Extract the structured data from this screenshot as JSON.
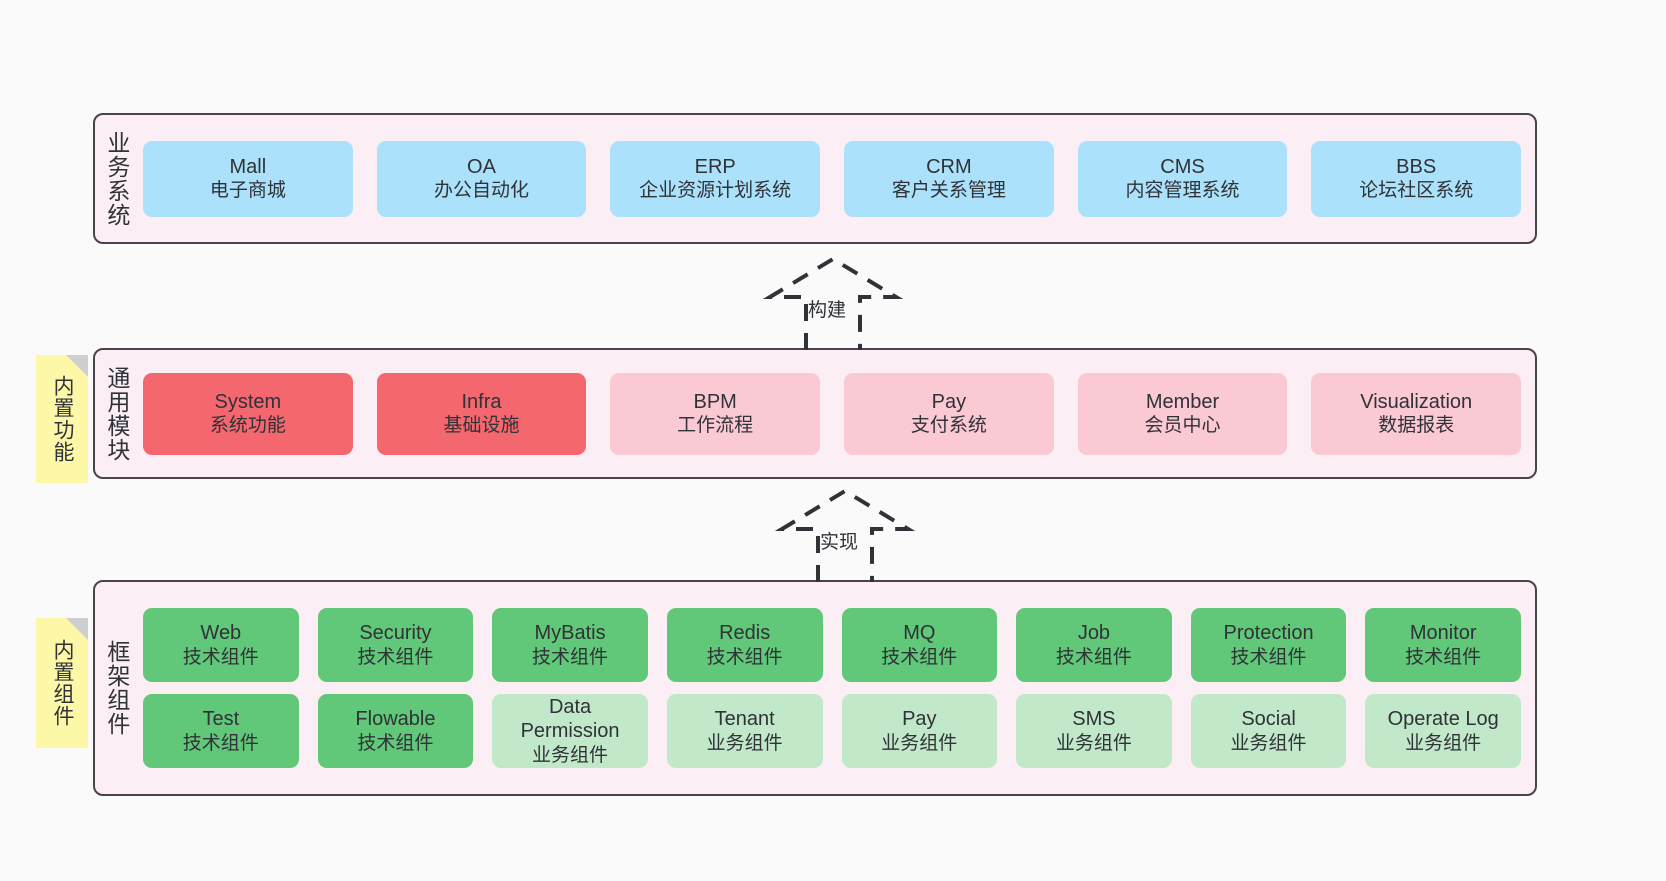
{
  "diagram": {
    "background": "#fafafa",
    "container_fill": "#fbeef5",
    "container_border": "#4a424c"
  },
  "layers": [
    {
      "id": "business",
      "title": "业务系统",
      "accent": "#ace1fb",
      "rows": [
        [
          {
            "name": "Mall",
            "sub": "电子商城",
            "style": "blue"
          },
          {
            "name": "OA",
            "sub": "办公自动化",
            "style": "blue"
          },
          {
            "name": "ERP",
            "sub": "企业资源计划系统",
            "style": "blue"
          },
          {
            "name": "CRM",
            "sub": "客户关系管理",
            "style": "blue"
          },
          {
            "name": "CMS",
            "sub": "内容管理系统",
            "style": "blue"
          },
          {
            "name": "BBS",
            "sub": "论坛社区系统",
            "style": "blue"
          }
        ]
      ]
    },
    {
      "id": "common",
      "title": "通用模块",
      "accent": "#f4676f",
      "rows": [
        [
          {
            "name": "System",
            "sub": "系统功能",
            "style": "red"
          },
          {
            "name": "Infra",
            "sub": "基础设施",
            "style": "red"
          },
          {
            "name": "BPM",
            "sub": "工作流程",
            "style": "pink"
          },
          {
            "name": "Pay",
            "sub": "支付系统",
            "style": "pink"
          },
          {
            "name": "Member",
            "sub": "会员中心",
            "style": "pink"
          },
          {
            "name": "Visualization",
            "sub": "数据报表",
            "style": "pink"
          }
        ]
      ]
    },
    {
      "id": "framework",
      "title": "框架组件",
      "accent": "#60c878",
      "rows": [
        [
          {
            "name": "Web",
            "sub": "技术组件",
            "style": "green"
          },
          {
            "name": "Security",
            "sub": "技术组件",
            "style": "green"
          },
          {
            "name": "MyBatis",
            "sub": "技术组件",
            "style": "green"
          },
          {
            "name": "Redis",
            "sub": "技术组件",
            "style": "green"
          },
          {
            "name": "MQ",
            "sub": "技术组件",
            "style": "green"
          },
          {
            "name": "Job",
            "sub": "技术组件",
            "style": "green"
          },
          {
            "name": "Protection",
            "sub": "技术组件",
            "style": "green"
          },
          {
            "name": "Monitor",
            "sub": "技术组件",
            "style": "green"
          }
        ],
        [
          {
            "name": "Test",
            "sub": "技术组件",
            "style": "green"
          },
          {
            "name": "Flowable",
            "sub": "技术组件",
            "style": "green"
          },
          {
            "name": "Data Permission",
            "sub": "业务组件",
            "style": "lightgreen"
          },
          {
            "name": "Tenant",
            "sub": "业务组件",
            "style": "lightgreen"
          },
          {
            "name": "Pay",
            "sub": "业务组件",
            "style": "lightgreen"
          },
          {
            "name": "SMS",
            "sub": "业务组件",
            "style": "lightgreen"
          },
          {
            "name": "Social",
            "sub": "业务组件",
            "style": "lightgreen"
          },
          {
            "name": "Operate Log",
            "sub": "业务组件",
            "style": "lightgreen"
          }
        ]
      ]
    }
  ],
  "notes": [
    {
      "id": "note-common",
      "text": "内置功能",
      "color": "#fcf8a8"
    },
    {
      "id": "note-framework",
      "text": "内置组件",
      "color": "#fcf8a8"
    }
  ],
  "arrows": [
    {
      "id": "arrow-build",
      "label": "构建",
      "style": "dashed-block-arrow-up"
    },
    {
      "id": "arrow-impl",
      "label": "实现",
      "style": "dashed-block-arrow-up"
    }
  ]
}
